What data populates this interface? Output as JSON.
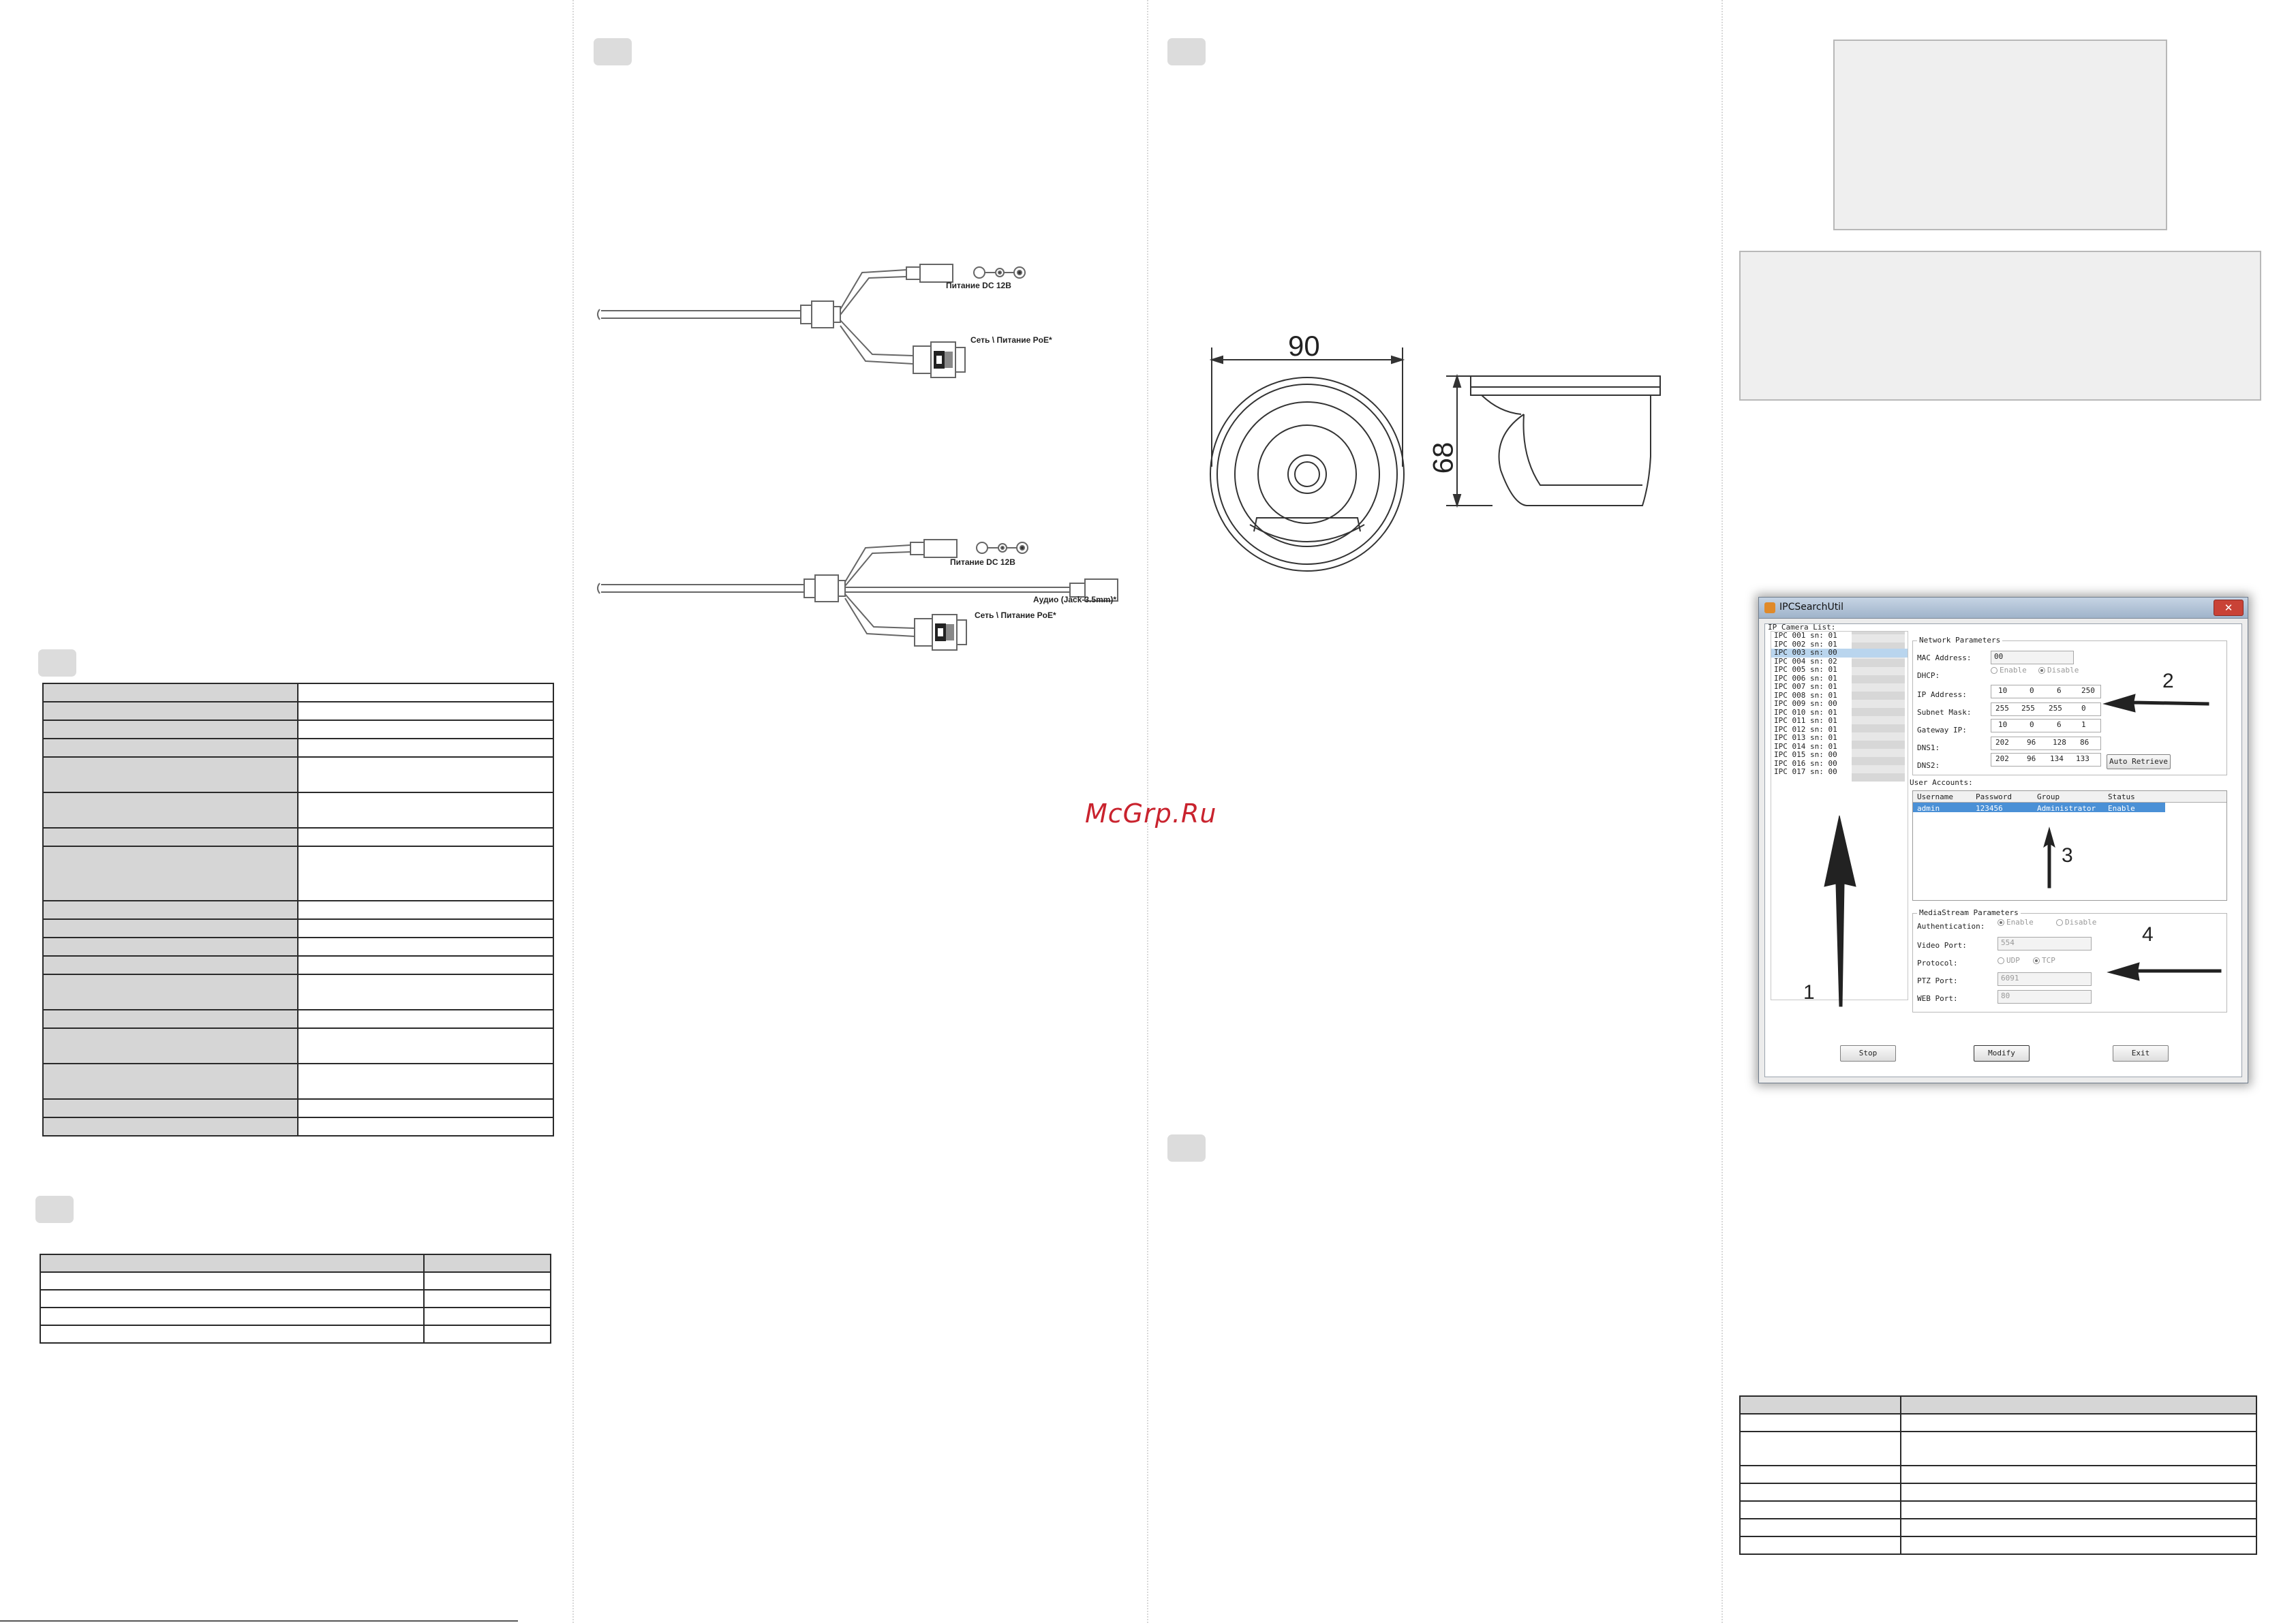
{
  "watermark": {
    "text": "McGrp.Ru",
    "color": "#c9232e"
  },
  "cables": {
    "cable1": {
      "power_label": "Питание DC 12В",
      "network_label": "Сеть \\ Питание PoE*"
    },
    "cable2": {
      "power_label": "Питание DC 12В",
      "audio_label": "Аудио (Jack-3.5mm)*",
      "network_label": "Сеть \\ Питание PoE*"
    }
  },
  "dimensions": {
    "width": "90",
    "height": "68"
  },
  "software": {
    "title": "IPCSearchUtil",
    "close_symbol": "✕",
    "camera_list_label": "IP Camera List:",
    "camera_list": [
      "IPC 001 sn: 01",
      "IPC 002 sn: 01",
      "IPC 003 sn: 00",
      "IPC 004 sn: 02",
      "IPC 005 sn: 01",
      "IPC 006 sn: 01",
      "IPC 007 sn: 01",
      "IPC 008 sn: 01",
      "IPC 009 sn: 00",
      "IPC 010 sn: 01",
      "IPC 011 sn: 01",
      "IPC 012 sn: 01",
      "IPC 013 sn: 01",
      "IPC 014 sn: 01",
      "IPC 015 sn: 00",
      "IPC 016 sn: 00",
      "IPC 017 sn: 00"
    ],
    "selected_index": 2,
    "network": {
      "group_label": "Network Parameters",
      "mac_label": "MAC Address:",
      "mac_value": "00",
      "dhcp_label": "DHCP:",
      "dhcp_enable": "Enable",
      "dhcp_disable": "Disable",
      "ip_label": "IP Address:",
      "ip": [
        "10",
        "0",
        "6",
        "250"
      ],
      "mask_label": "Subnet Mask:",
      "mask": [
        "255",
        "255",
        "255",
        "0"
      ],
      "gateway_label": "Gateway IP:",
      "gateway": [
        "10",
        "0",
        "6",
        "1"
      ],
      "dns1_label": "DNS1:",
      "dns1": [
        "202",
        "96",
        "128",
        "86"
      ],
      "dns2_label": "DNS2:",
      "dns2": [
        "202",
        "96",
        "134",
        "133"
      ],
      "auto_retrieve": "Auto Retrieve"
    },
    "accounts": {
      "group_label": "User Accounts:",
      "columns": [
        "Username",
        "Password",
        "Group",
        "Status"
      ],
      "row": [
        "admin",
        "123456",
        "Administrator",
        "Enable"
      ]
    },
    "media": {
      "group_label": "MediaStream Parameters",
      "auth_label": "Authentication:",
      "auth_enable": "Enable",
      "auth_disable": "Disable",
      "video_port_label": "Video Port:",
      "video_port": "554",
      "protocol_label": "Protocol:",
      "protocol_udp": "UDP",
      "protocol_tcp": "TCP",
      "ptz_port_label": "PTZ Port:",
      "ptz_port": "6091",
      "web_port_label": "WEB Port:",
      "web_port": "80"
    },
    "buttons": {
      "stop": "Stop",
      "modify": "Modify",
      "exit": "Exit"
    },
    "arrow_numbers": [
      "1",
      "2",
      "3",
      "4"
    ]
  }
}
